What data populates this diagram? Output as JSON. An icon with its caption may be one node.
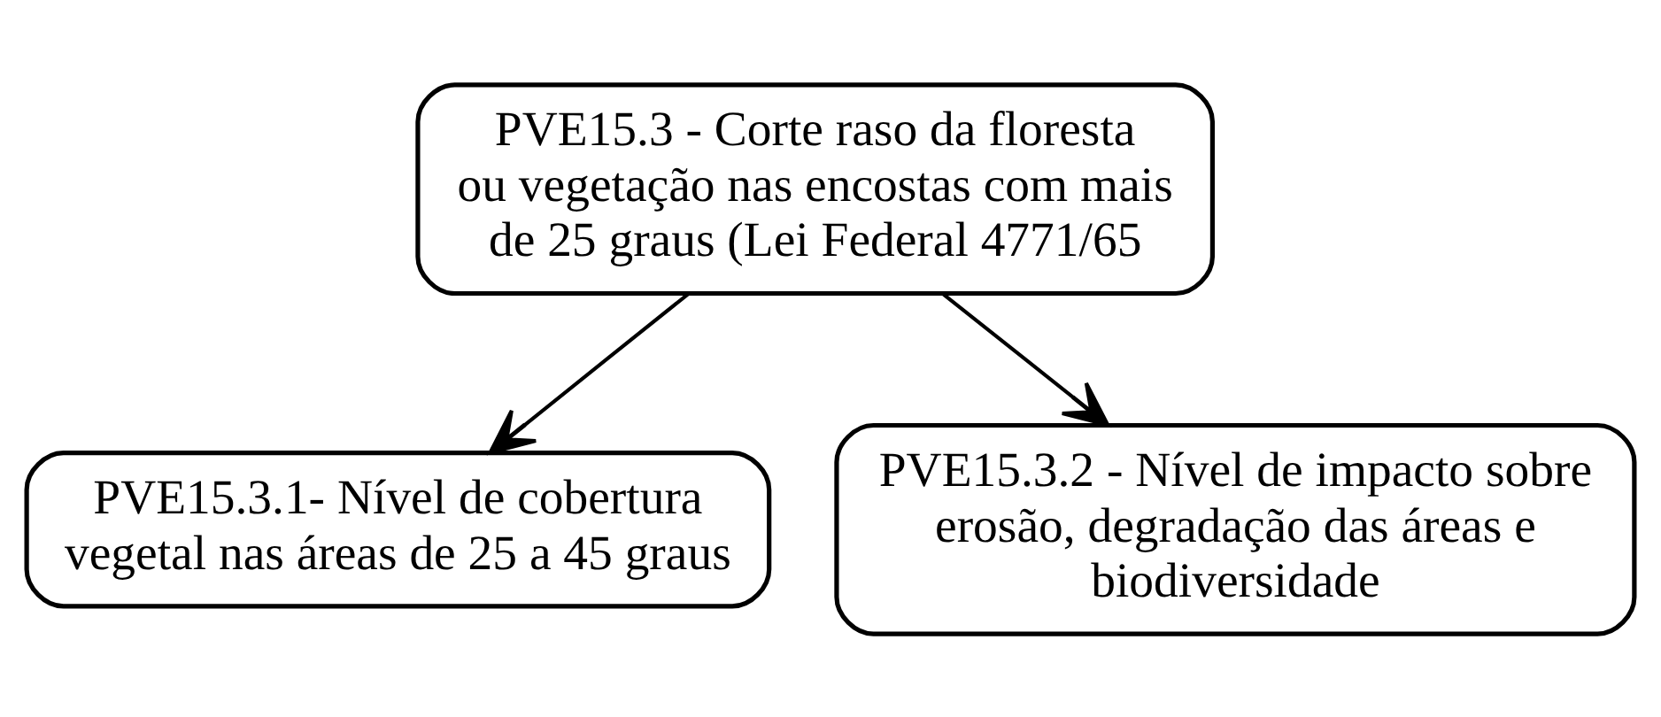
{
  "diagram": {
    "nodes": [
      {
        "text": [
          "PVE15.3 - Corte raso da floresta ou vegetação nas encostas com mais de 25 graus (Lei Federal 4771/65"
        ]
      },
      {
        "text": [
          "PVE15.3.1- Nível de cobertura vegetal nas áreas de 25 a 45 graus"
        ]
      },
      {
        "text": [
          "PVE15.3.2 - Nível de impacto sobre erosão, degradação das áreas e biodiversidade"
        ]
      }
    ],
    "edges": [
      {
        "from": 0,
        "to": 1,
        "arrow": "to"
      },
      {
        "from": 0,
        "to": 2,
        "arrow": "to"
      }
    ]
  }
}
